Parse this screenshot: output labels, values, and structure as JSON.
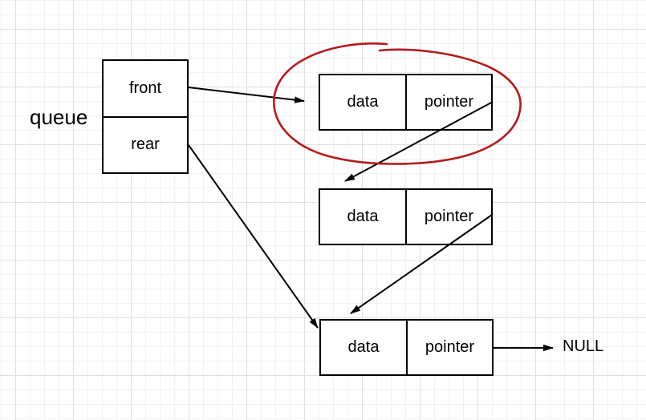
{
  "diagram": {
    "description": "Queue implemented with a singly linked list",
    "queue_label": "queue",
    "queue_struct": {
      "front_label": "front",
      "rear_label": "rear"
    },
    "nodes": [
      {
        "data_label": "data",
        "pointer_label": "pointer"
      },
      {
        "data_label": "data",
        "pointer_label": "pointer"
      },
      {
        "data_label": "data",
        "pointer_label": "pointer"
      }
    ],
    "null_label": "NULL",
    "colors": {
      "shape_stroke": "#000000",
      "annotation_red": "#b51a1a",
      "grid_minor": "#f2f2f2",
      "grid_major": "#e0e0e0",
      "canvas_bg": "#ffffff"
    }
  }
}
